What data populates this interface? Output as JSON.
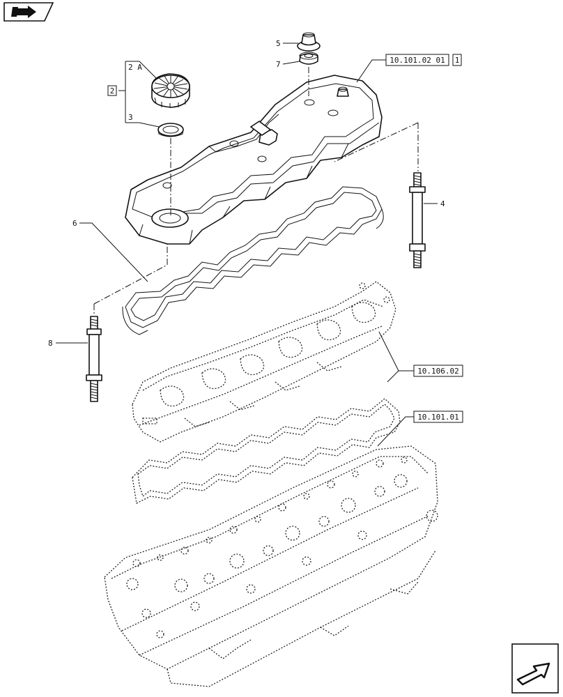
{
  "callouts": {
    "c2": "2",
    "c2a": "2 A",
    "c3": "3",
    "c4": "4",
    "c5": "5",
    "c6": "6",
    "c7": "7",
    "c8": "8"
  },
  "references": {
    "r1": "10.101.02 01",
    "r1_suffix": "1",
    "r2": "10.106.02",
    "r3": "10.101.01"
  },
  "icons": {
    "top_left": "book-arrow-icon",
    "bottom_right": "next-page-arrow-icon"
  }
}
